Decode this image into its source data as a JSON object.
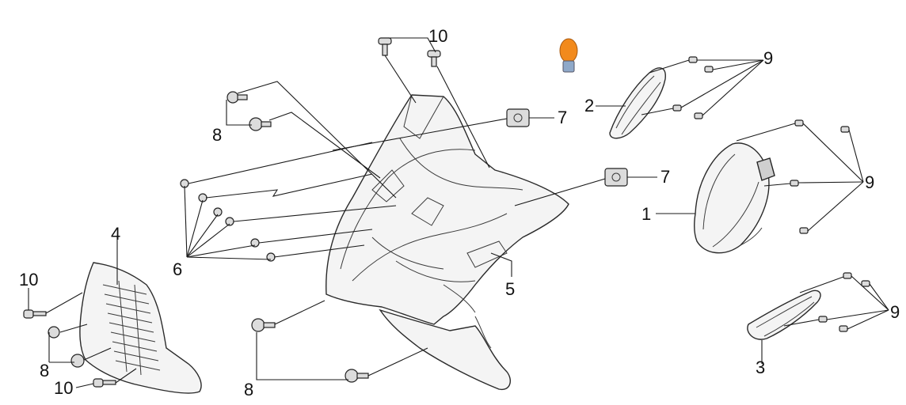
{
  "diagram": {
    "callouts": [
      {
        "id": "c10a",
        "label": "10"
      },
      {
        "id": "c9a",
        "label": "9"
      },
      {
        "id": "c2",
        "label": "2"
      },
      {
        "id": "c8a",
        "label": "8"
      },
      {
        "id": "c7a",
        "label": "7"
      },
      {
        "id": "c7b",
        "label": "7"
      },
      {
        "id": "c9b",
        "label": "9"
      },
      {
        "id": "c1",
        "label": "1"
      },
      {
        "id": "c4",
        "label": "4"
      },
      {
        "id": "c6",
        "label": "6"
      },
      {
        "id": "c5",
        "label": "5"
      },
      {
        "id": "c10b",
        "label": "10"
      },
      {
        "id": "c9c",
        "label": "9"
      },
      {
        "id": "c8b",
        "label": "8"
      },
      {
        "id": "c3",
        "label": "3"
      },
      {
        "id": "c10c",
        "label": "10"
      },
      {
        "id": "c8c",
        "label": "8"
      }
    ],
    "colors": {
      "bulb_glass": "#f28a1c",
      "bulb_base": "#8fa9c9",
      "line": "#1a1a1a"
    }
  }
}
